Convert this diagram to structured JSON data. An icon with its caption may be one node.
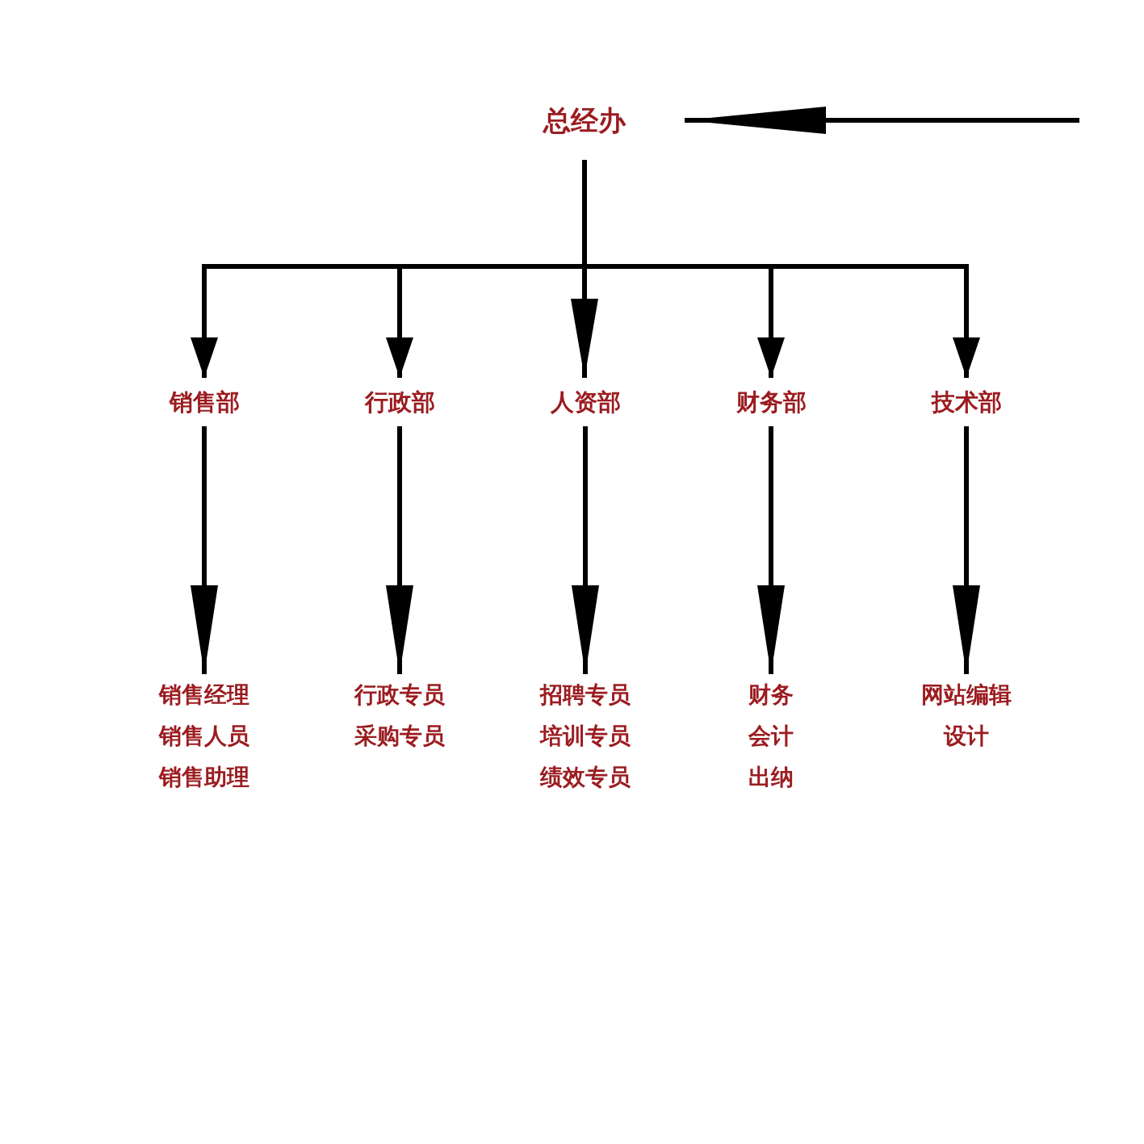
{
  "diagram": {
    "nodes": [
      {
        "text": [
          "总经办"
        ]
      },
      {
        "text": [
          "销售部"
        ]
      },
      {
        "text": [
          "行政部"
        ]
      },
      {
        "text": [
          "人资部"
        ]
      },
      {
        "text": [
          "财务部"
        ]
      },
      {
        "text": [
          "技术部"
        ]
      },
      {
        "text": [
          "销售经理",
          "销售人员",
          "销售助理"
        ]
      },
      {
        "text": [
          "行政专员",
          "采购专员"
        ]
      },
      {
        "text": [
          "招聘专员",
          "培训专员",
          "绩效专员"
        ]
      },
      {
        "text": [
          "财务",
          "会计",
          "出纳"
        ]
      },
      {
        "text": [
          "网站编辑",
          "设计"
        ]
      }
    ],
    "edges": [
      {
        "from": null,
        "to": 0,
        "arrow": "to"
      },
      {
        "from": 0,
        "to": 1,
        "arrow": "to"
      },
      {
        "from": 0,
        "to": 2,
        "arrow": "to"
      },
      {
        "from": 0,
        "to": 3,
        "arrow": "to"
      },
      {
        "from": 0,
        "to": 4,
        "arrow": "to"
      },
      {
        "from": 0,
        "to": 5,
        "arrow": "to"
      },
      {
        "from": 1,
        "to": 6,
        "arrow": "to"
      },
      {
        "from": 2,
        "to": 7,
        "arrow": "to"
      },
      {
        "from": 3,
        "to": 8,
        "arrow": "to"
      },
      {
        "from": 4,
        "to": 9,
        "arrow": "to"
      },
      {
        "from": 5,
        "to": 10,
        "arrow": "to"
      }
    ]
  }
}
